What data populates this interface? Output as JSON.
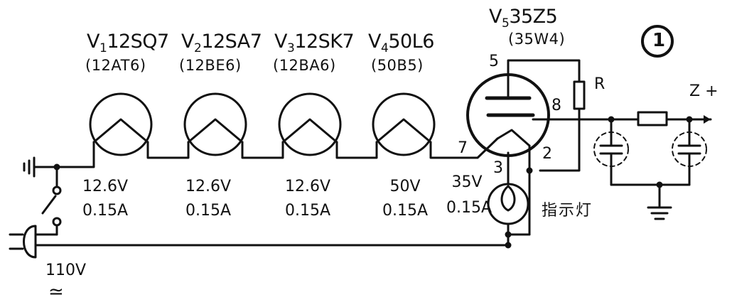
{
  "title_icon": "circled-one",
  "title_number": "1",
  "tubes": [
    {
      "id": "V1",
      "prefix": "V",
      "sub": "1",
      "type": "12SQ7",
      "alt": "(12AT6)",
      "voltage": "12.6V",
      "current": "0.15A"
    },
    {
      "id": "V2",
      "prefix": "V",
      "sub": "2",
      "type": "12SA7",
      "alt": "(12BE6)",
      "voltage": "12.6V",
      "current": "0.15A"
    },
    {
      "id": "V3",
      "prefix": "V",
      "sub": "3",
      "type": "12SK7",
      "alt": "(12BA6)",
      "voltage": "12.6V",
      "current": "0.15A"
    },
    {
      "id": "V4",
      "prefix": "V",
      "sub": "4",
      "type": "50L6",
      "alt": "(50B5)",
      "voltage": "50V",
      "current": "0.15A"
    }
  ],
  "rectifier": {
    "prefix": "V",
    "sub": "5",
    "type": "35Z5",
    "alt": "(35W4)",
    "voltage": "35V",
    "current": "0.15A"
  },
  "pins": {
    "p5": "5",
    "p8": "8",
    "p7": "7",
    "p2": "2",
    "p3": "3"
  },
  "resistor_label": "R",
  "output_label": "Z +",
  "lamp_label": "指示灯",
  "mains": {
    "voltage": "110V",
    "symbol": "≃"
  },
  "colors": {
    "ink": "#111111",
    "paper": "#ffffff"
  }
}
